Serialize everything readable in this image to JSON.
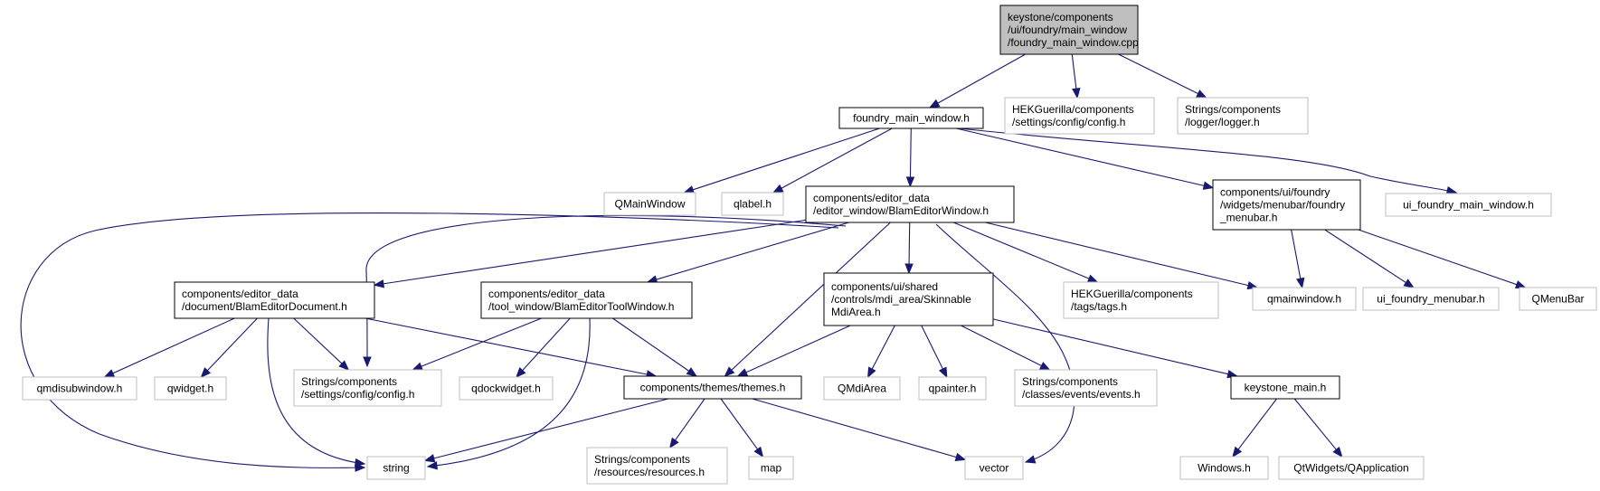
{
  "nodes": [
    {
      "id": "root",
      "kind": "root",
      "lines": [
        "keystone/components",
        "/ui/foundry/main_window",
        "/foundry_main_window.cpp"
      ]
    },
    {
      "id": "fmw",
      "kind": "own",
      "lines": [
        "foundry_main_window.h"
      ]
    },
    {
      "id": "hekcfg",
      "kind": "ext",
      "lines": [
        "HEKGuerilla/components",
        "/settings/config/config.h"
      ]
    },
    {
      "id": "logger",
      "kind": "ext",
      "lines": [
        "Strings/components",
        "/logger/logger.h"
      ]
    },
    {
      "id": "qmainwindow_cls",
      "kind": "ext",
      "lines": [
        "QMainWindow"
      ]
    },
    {
      "id": "qlabel",
      "kind": "ext",
      "lines": [
        "qlabel.h"
      ]
    },
    {
      "id": "bew",
      "kind": "own",
      "lines": [
        "components/editor_data",
        "/editor_window/BlamEditorWindow.h"
      ]
    },
    {
      "id": "menubar",
      "kind": "own",
      "lines": [
        "components/ui/foundry",
        "/widgets/menubar/foundry",
        "_menubar.h"
      ]
    },
    {
      "id": "uifmw",
      "kind": "ext",
      "lines": [
        "ui_foundry_main_window.h"
      ]
    },
    {
      "id": "bed",
      "kind": "own",
      "lines": [
        "components/editor_data",
        "/document/BlamEditorDocument.h"
      ]
    },
    {
      "id": "betw",
      "kind": "own",
      "lines": [
        "components/editor_data",
        "/tool_window/BlamEditorToolWindow.h"
      ]
    },
    {
      "id": "smdi",
      "kind": "own",
      "lines": [
        "components/ui/shared",
        "/controls/mdi_area/Skinnable",
        "MdiArea.h"
      ]
    },
    {
      "id": "hektags",
      "kind": "ext",
      "lines": [
        "HEKGuerilla/components",
        "/tags/tags.h"
      ]
    },
    {
      "id": "qmainwindow_h",
      "kind": "ext",
      "lines": [
        "qmainwindow.h"
      ]
    },
    {
      "id": "uimenubar",
      "kind": "ext",
      "lines": [
        "ui_foundry_menubar.h"
      ]
    },
    {
      "id": "qmenubar",
      "kind": "ext",
      "lines": [
        "QMenuBar"
      ]
    },
    {
      "id": "qmdisub",
      "kind": "ext",
      "lines": [
        "qmdisubwindow.h"
      ]
    },
    {
      "id": "qwidget",
      "kind": "ext",
      "lines": [
        "qwidget.h"
      ]
    },
    {
      "id": "strcfg",
      "kind": "ext",
      "lines": [
        "Strings/components",
        "/settings/config/config.h"
      ]
    },
    {
      "id": "qdock",
      "kind": "ext",
      "lines": [
        "qdockwidget.h"
      ]
    },
    {
      "id": "themes",
      "kind": "own",
      "lines": [
        "components/themes/themes.h"
      ]
    },
    {
      "id": "qmdiarea",
      "kind": "ext",
      "lines": [
        "QMdiArea"
      ]
    },
    {
      "id": "qpainter",
      "kind": "ext",
      "lines": [
        "qpainter.h"
      ]
    },
    {
      "id": "events",
      "kind": "ext",
      "lines": [
        "Strings/components",
        "/classes/events/events.h"
      ]
    },
    {
      "id": "kmain",
      "kind": "own",
      "lines": [
        "keystone_main.h"
      ]
    },
    {
      "id": "string",
      "kind": "ext",
      "lines": [
        "string"
      ]
    },
    {
      "id": "resources",
      "kind": "ext",
      "lines": [
        "Strings/components",
        "/resources/resources.h"
      ]
    },
    {
      "id": "map",
      "kind": "ext",
      "lines": [
        "map"
      ]
    },
    {
      "id": "vector",
      "kind": "ext",
      "lines": [
        "vector"
      ]
    },
    {
      "id": "windows",
      "kind": "ext",
      "lines": [
        "Windows.h"
      ]
    },
    {
      "id": "qapp",
      "kind": "ext",
      "lines": [
        "QtWidgets/QApplication"
      ]
    }
  ],
  "edges": [
    {
      "from": "root",
      "to": "fmw"
    },
    {
      "from": "root",
      "to": "hekcfg"
    },
    {
      "from": "root",
      "to": "logger"
    },
    {
      "from": "fmw",
      "to": "qmainwindow_cls"
    },
    {
      "from": "fmw",
      "to": "qlabel"
    },
    {
      "from": "fmw",
      "to": "bew"
    },
    {
      "from": "fmw",
      "to": "menubar"
    },
    {
      "from": "fmw",
      "to": "uifmw"
    },
    {
      "from": "bew",
      "to": "bed"
    },
    {
      "from": "bew",
      "to": "betw"
    },
    {
      "from": "bew",
      "to": "smdi"
    },
    {
      "from": "bew",
      "to": "hektags"
    },
    {
      "from": "bew",
      "to": "qmainwindow_h"
    },
    {
      "from": "bew",
      "to": "strcfg"
    },
    {
      "from": "bew",
      "to": "themes"
    },
    {
      "from": "bew",
      "to": "string"
    },
    {
      "from": "bew",
      "to": "vector"
    },
    {
      "from": "menubar",
      "to": "qmainwindow_h"
    },
    {
      "from": "menubar",
      "to": "uimenubar"
    },
    {
      "from": "menubar",
      "to": "qmenubar"
    },
    {
      "from": "bed",
      "to": "qmdisub"
    },
    {
      "from": "bed",
      "to": "qwidget"
    },
    {
      "from": "bed",
      "to": "strcfg"
    },
    {
      "from": "bed",
      "to": "themes"
    },
    {
      "from": "bed",
      "to": "string"
    },
    {
      "from": "betw",
      "to": "strcfg"
    },
    {
      "from": "betw",
      "to": "qdock"
    },
    {
      "from": "betw",
      "to": "themes"
    },
    {
      "from": "betw",
      "to": "string"
    },
    {
      "from": "smdi",
      "to": "themes"
    },
    {
      "from": "smdi",
      "to": "qmdiarea"
    },
    {
      "from": "smdi",
      "to": "qpainter"
    },
    {
      "from": "smdi",
      "to": "events"
    },
    {
      "from": "smdi",
      "to": "kmain"
    },
    {
      "from": "themes",
      "to": "string"
    },
    {
      "from": "themes",
      "to": "resources"
    },
    {
      "from": "themes",
      "to": "map"
    },
    {
      "from": "themes",
      "to": "vector"
    },
    {
      "from": "kmain",
      "to": "windows"
    },
    {
      "from": "kmain",
      "to": "qapp"
    }
  ],
  "colors": {
    "edge": "#191970",
    "own_border": "#000000",
    "ext_border": "#bfbfbf",
    "root_fill": "#bfbfbf"
  }
}
